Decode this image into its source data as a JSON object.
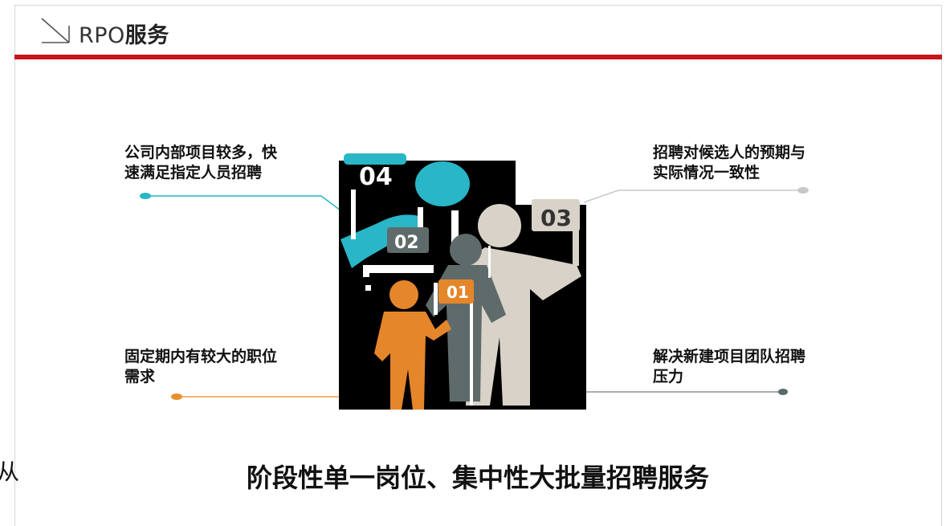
{
  "header": {
    "title_latin": "RPO",
    "title_cjk": "服务"
  },
  "callouts": {
    "top_left": {
      "line1": "公司内部项目较多，快",
      "line2": "速满足指定人员招聘",
      "color": "#1fb5c5"
    },
    "top_right": {
      "line1": "招聘对候选人的预期与",
      "line2": "实际情况一致性",
      "color": "#c8c8c8"
    },
    "bottom_left": {
      "line1": "固定期内有较大的职位",
      "line2": "需求",
      "color": "#e8902e"
    },
    "bottom_right": {
      "line1": "解决新建项目团队招聘",
      "line2": "压力",
      "color": "#5a6a6a"
    }
  },
  "figure": {
    "sign_04": "04",
    "sign_03": "03",
    "sign_02": "02",
    "sign_01": "01",
    "colors": {
      "teal": "#29b6c6",
      "beige": "#d8d2c8",
      "slate": "#5f6b6b",
      "orange": "#e5862a",
      "bg": "#000000"
    }
  },
  "cut_text": "从",
  "footer": {
    "headline": "阶段性单一岗位、集中性大批量招聘服务"
  },
  "accent_color": "#c8141c"
}
